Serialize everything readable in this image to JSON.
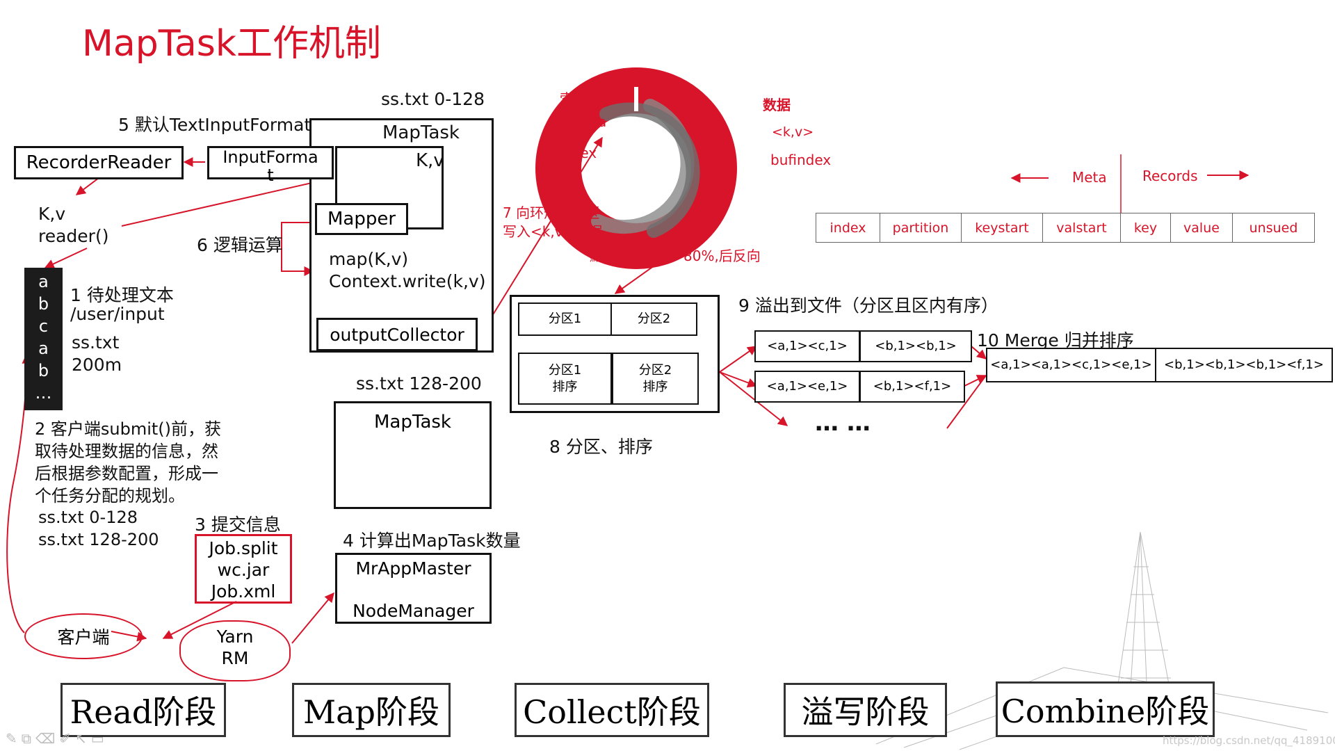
{
  "title": "MapTask工作机制",
  "labels": {
    "split0": "ss.txt 0-128",
    "textinput": "5 默认TextInputFormat",
    "maptask1": "MapTask",
    "recorder": "RecorderReader",
    "inputformat_1": "InputForma",
    "inputformat_2": "t",
    "kv_inner": "K,v",
    "kv_left": "K,v",
    "reader": "reader()",
    "mapper": "Mapper",
    "logic": "6 逻辑运算",
    "mapfn": "map(K,v)",
    "ctxwrite": "Context.write(k,v)",
    "output_collector": "outputCollector",
    "pending_title": "1 待处理文本",
    "pending_path": "/user/input",
    "pending_file": "ss.txt",
    "pending_size": "200m",
    "split1": "ss.txt 128-200",
    "maptask2": "MapTask",
    "submit_1": "2 客户端submit()前，获",
    "submit_2": "取待处理数据的信息，然",
    "submit_3": "后根据参数配置，形成一",
    "submit_4": "个任务分配的规划。",
    "plan_1": "ss.txt  0-128",
    "plan_2": "ss.txt  128-200",
    "submitinfo": "3 提交信息",
    "computemt": "4 计算出MapTask数量",
    "mrappmaster": "MrAppMaster",
    "nodemanager": "NodeManager",
    "client": "客户端",
    "yarn_1": "Yarn",
    "yarn_2": "RM",
    "partition_sort": "8 分区、排序",
    "spill": "9 溢出到文件（分区且区内有序）",
    "merge": "10 Merge 归并排序",
    "dots": "… …"
  },
  "stack_letters": [
    "a",
    "b",
    "c",
    "a",
    "b",
    "…"
  ],
  "jobfiles": [
    "Job.split",
    "wc.jar",
    "Job.xml"
  ],
  "ring": {
    "index_cn": "索引",
    "kvmeta": "kvmeta",
    "kvindex": "kvindex",
    "data_cn": "数据",
    "kv": "<k,v>",
    "bufindex": "bufindex",
    "ring_label_1": "7 向环形缓冲区",
    "ring_label_2": "写入<k,v>数据",
    "default_size": "默认100M",
    "threshold": "80%,后反向"
  },
  "meta_header": {
    "meta": "Meta",
    "records": "Records"
  },
  "meta_cells": [
    "index",
    "partition",
    "keystart",
    "valstart",
    "key",
    "value",
    "unsued"
  ],
  "partitions": [
    "分区1",
    "分区2"
  ],
  "sorted_partitions": [
    [
      "分区1",
      "排序"
    ],
    [
      "分区2",
      "排序"
    ]
  ],
  "spill_rows": [
    [
      "<a,1><c,1>",
      "<b,1><b,1>"
    ],
    [
      "<a,1><e,1>",
      "<b,1><f,1>"
    ]
  ],
  "merged": [
    "<a,1><a,1><c,1><e,1>",
    "<b,1><b,1><b,1><f,1>"
  ],
  "phases": [
    "Read阶段",
    "Map阶段",
    "Collect阶段",
    "溢写阶段",
    "Combine阶段"
  ],
  "watermark": "https://blog.csdn.net/qq_41891003",
  "colors": {
    "accent": "#d7142a",
    "ring": "#d7142a",
    "line": "#111111"
  }
}
